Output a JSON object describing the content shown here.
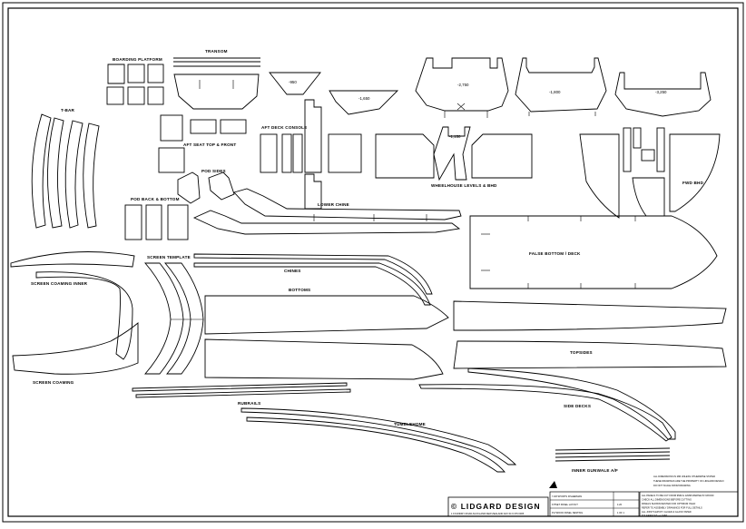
{
  "labels": {
    "transom": "TRANSOM",
    "boarding_platform": "BOARDING PLATFORM",
    "t_bar": "T-BAR",
    "aft_deck_console": "AFT DECK CONSOLE",
    "aft_seat_top_front": "AFT SEAT TOP & FRONT",
    "pod_sides": "POD SIDES",
    "pod_back_bottom": "POD BACK & BOTTOM",
    "lower_chine": "LOWER CHINE",
    "wheelhouse_levels": "WHEELHOUSE LEVELS & BHD",
    "fwd_bulkhead": "FWD BHD",
    "false_bottom": "FALSE BOTTOM / DECK",
    "screen_template": "SCREEN TEMPLATE",
    "chines": "CHINES",
    "bottoms": "BOTTOMS",
    "screen_coaming_inner": "SCREEN COAMING INNER",
    "screen_coaming": "SCREEN COAMING",
    "topsides": "TOPSIDES",
    "rubrails": "RUBRAILS",
    "side_decks": "SIDE DECKS",
    "tumblehome": "TUMBLEHOME",
    "inner_gunwale": "INNER GUNWALE A/F"
  },
  "stations": {
    "s1": "-950",
    "s2": "-1,650",
    "s3": "-2,750",
    "s4": "-1,800",
    "s5": "-3,250",
    "s6": "-1,150"
  },
  "title_block": {
    "brand": "© LIDGARD DESIGN",
    "address": "1 FOUNDRY ROAD AUCKLAND NEW ZEALAND  FAX 64 9 376 0005",
    "notes": [
      "ALL DIMENSIONS IN MM UNLESS OTHERWISE STATED",
      "THESE DRAWINGS ARE THE PROPERTY OF LIDGARD DESIGN",
      "DO NOT SCALE FROM DRAWING"
    ],
    "rows": [
      "7.2M SPORTS FISHERMAN",
      "KITSET PANEL LAYOUT",
      "PLYWOOD PANEL NESTING"
    ],
    "scale": "1:20",
    "sheet": "1 OF 1",
    "remarks": [
      "ALL PANELS TO BE CUT FROM 9MM & 12MM MARINE PLYWOOD",
      "CHECK ALL DIMENSIONS BEFORE CUTTING",
      "PANELS SHOWN NESTED FOR OPTIMUM YIELD",
      "REFER TO ASSEMBLY DRAWINGS FOR FULL DETAILS",
      "ALL JOINTS EPOXY GLUED & GLASS TAPED",
      "TOLERANCES +/- 1MM"
    ]
  }
}
